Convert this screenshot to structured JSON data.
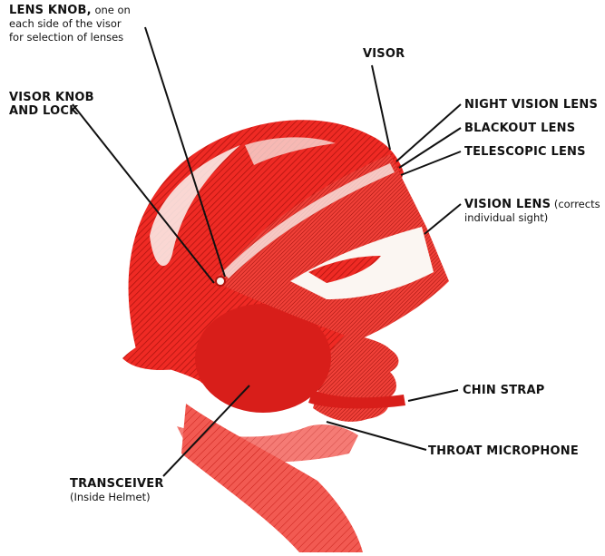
{
  "colors": {
    "helmet_red": "#ef2a24",
    "dark_red": "#d81e1a",
    "hatch": "#b0140f",
    "paper": "#fbf6f2",
    "ink": "#111111"
  },
  "labels": {
    "lens_knob": {
      "title": "LENS KNOB,",
      "rest_1": " one on",
      "line_2": "each side of the visor",
      "line_3": "for selection of lenses"
    },
    "visor_knob": {
      "line_1": "VISOR KNOB",
      "line_2": "AND LOCK"
    },
    "visor": "VISOR",
    "night_vision": "NIGHT VISION LENS",
    "blackout": "BLACKOUT LENS",
    "telescopic": "TELESCOPIC LENS",
    "vision_lens": {
      "title": "VISION LENS",
      "rest_1": " (corrects",
      "line_2": "individual sight)"
    },
    "chin_strap": "CHIN STRAP",
    "throat_mic": "THROAT MICROPHONE",
    "transceiver": {
      "title": "TRANSCEIVER",
      "sub": "(Inside Helmet)"
    }
  },
  "icons": [
    "helmet-illustration"
  ]
}
